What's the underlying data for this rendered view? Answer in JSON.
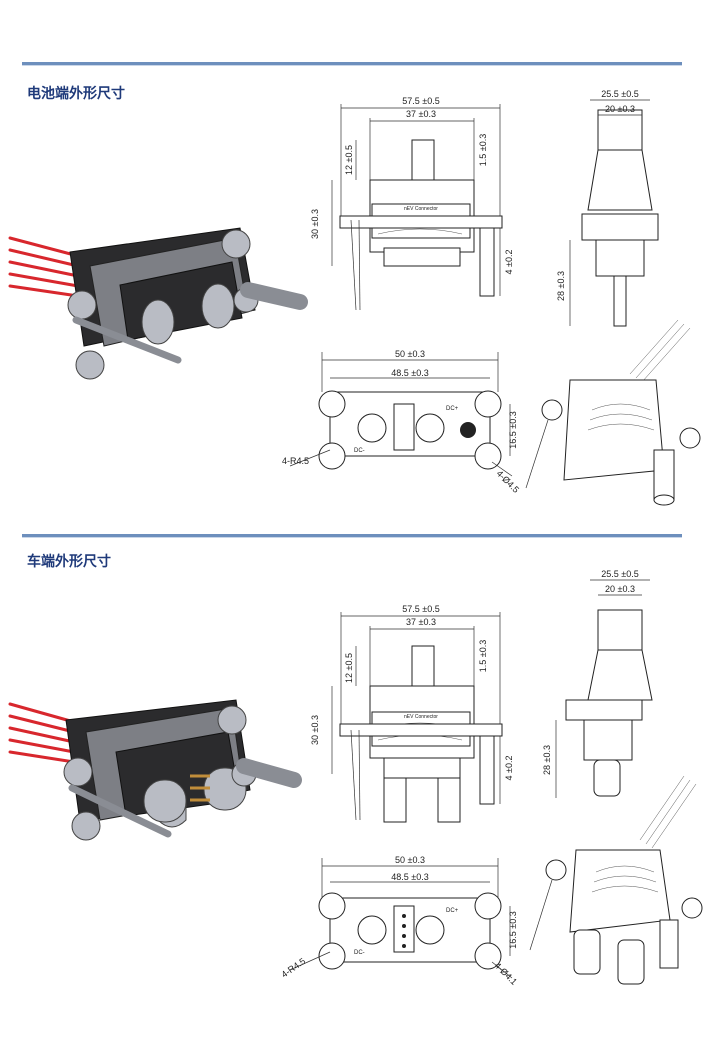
{
  "sections": [
    {
      "title": "电池端外形尺寸",
      "front": {
        "width": "57.5 ±0.5",
        "inner": "37 ±0.3",
        "top": "12 ±0.5",
        "pin": "1.5 ±0.3",
        "height": "30 ±0.3",
        "foot": "4 ±0.2"
      },
      "side": {
        "outer": "25.5 ±0.5",
        "inner": "20 ±0.3",
        "height": "28 ±0.3"
      },
      "bottom": {
        "outer": "50 ±0.3",
        "inner": "48.5 ±0.3",
        "vertical": "16.5 ±0.3",
        "radius": "4-R4.5",
        "hole": "4-Ø4.5",
        "label_a": "DC+",
        "label_b": "DC-"
      },
      "brand": "nEV Connector"
    },
    {
      "title": "车端外形尺寸",
      "front": {
        "width": "57.5 ±0.5",
        "inner": "37 ±0.3",
        "top": "12 ±0.5",
        "pin": "1.5 ±0.3",
        "height": "30 ±0.3",
        "foot": "4 ±0.2"
      },
      "side": {
        "outer": "25.5 ±0.5",
        "inner": "20 ±0.3",
        "height": "28 ±0.3"
      },
      "bottom": {
        "outer": "50 ±0.3",
        "inner": "48.5 ±0.3",
        "vertical": "16.5 ±0.3",
        "radius": "4-R4.5",
        "hole": "4-Ø4.1",
        "label_a": "DC+",
        "label_b": "DC-"
      },
      "brand": "nEV Connector"
    }
  ],
  "colors": {
    "rule": "#6d8fbd",
    "title": "#1f3a7a",
    "wire": "#d8272d",
    "body_dark": "#2b2b2d",
    "body_gray": "#7d7f85"
  }
}
